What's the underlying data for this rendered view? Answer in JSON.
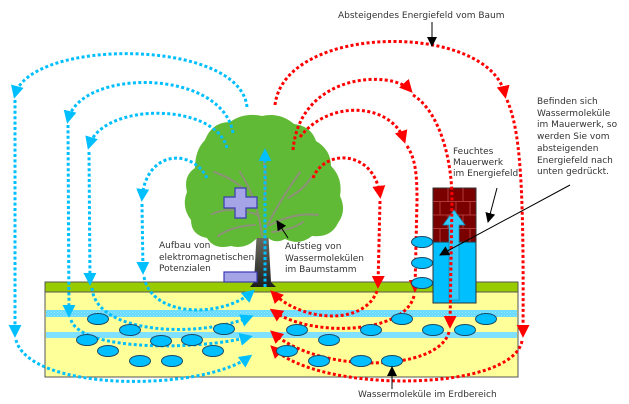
{
  "diagram": {
    "subject": "Energiefeld eines Baumes und Feuchtigkeit im Mauerwerk",
    "labels": {
      "descending_field": "Absteigendes Energiefeld vom Baum",
      "wall_info": [
        "Befinden sich",
        "Wassermoleküle",
        "im Mauerwerk, so",
        "werden Sie vom",
        "absteigenden",
        "Energiefeld nach",
        "unten gedrückt."
      ],
      "wet_wall": [
        "Feuchtes",
        "Mauerwerk",
        "im Energiefeld"
      ],
      "em_potentials": [
        "Aufbau von",
        "elektromagnetischen",
        "Potenzialen"
      ],
      "water_ascent": [
        "Aufstieg von",
        "Wassermolekülen",
        "im Baumstamm"
      ],
      "soil_water": "Wassermoleküle im Erdbereich"
    },
    "symbols": {
      "plus": "plus-icon",
      "minus": "minus-icon",
      "arrow_up": "arrow-up-icon"
    },
    "colors": {
      "ascending_field": "#00bfff",
      "descending_field": "#ff0000",
      "canopy": "#61ba35",
      "grass": "#99cc00",
      "soil": "#ffff99",
      "water_layer": "#66d9ff",
      "brick": "#7a0000",
      "charge_symbol": "#a4a4e6"
    }
  }
}
